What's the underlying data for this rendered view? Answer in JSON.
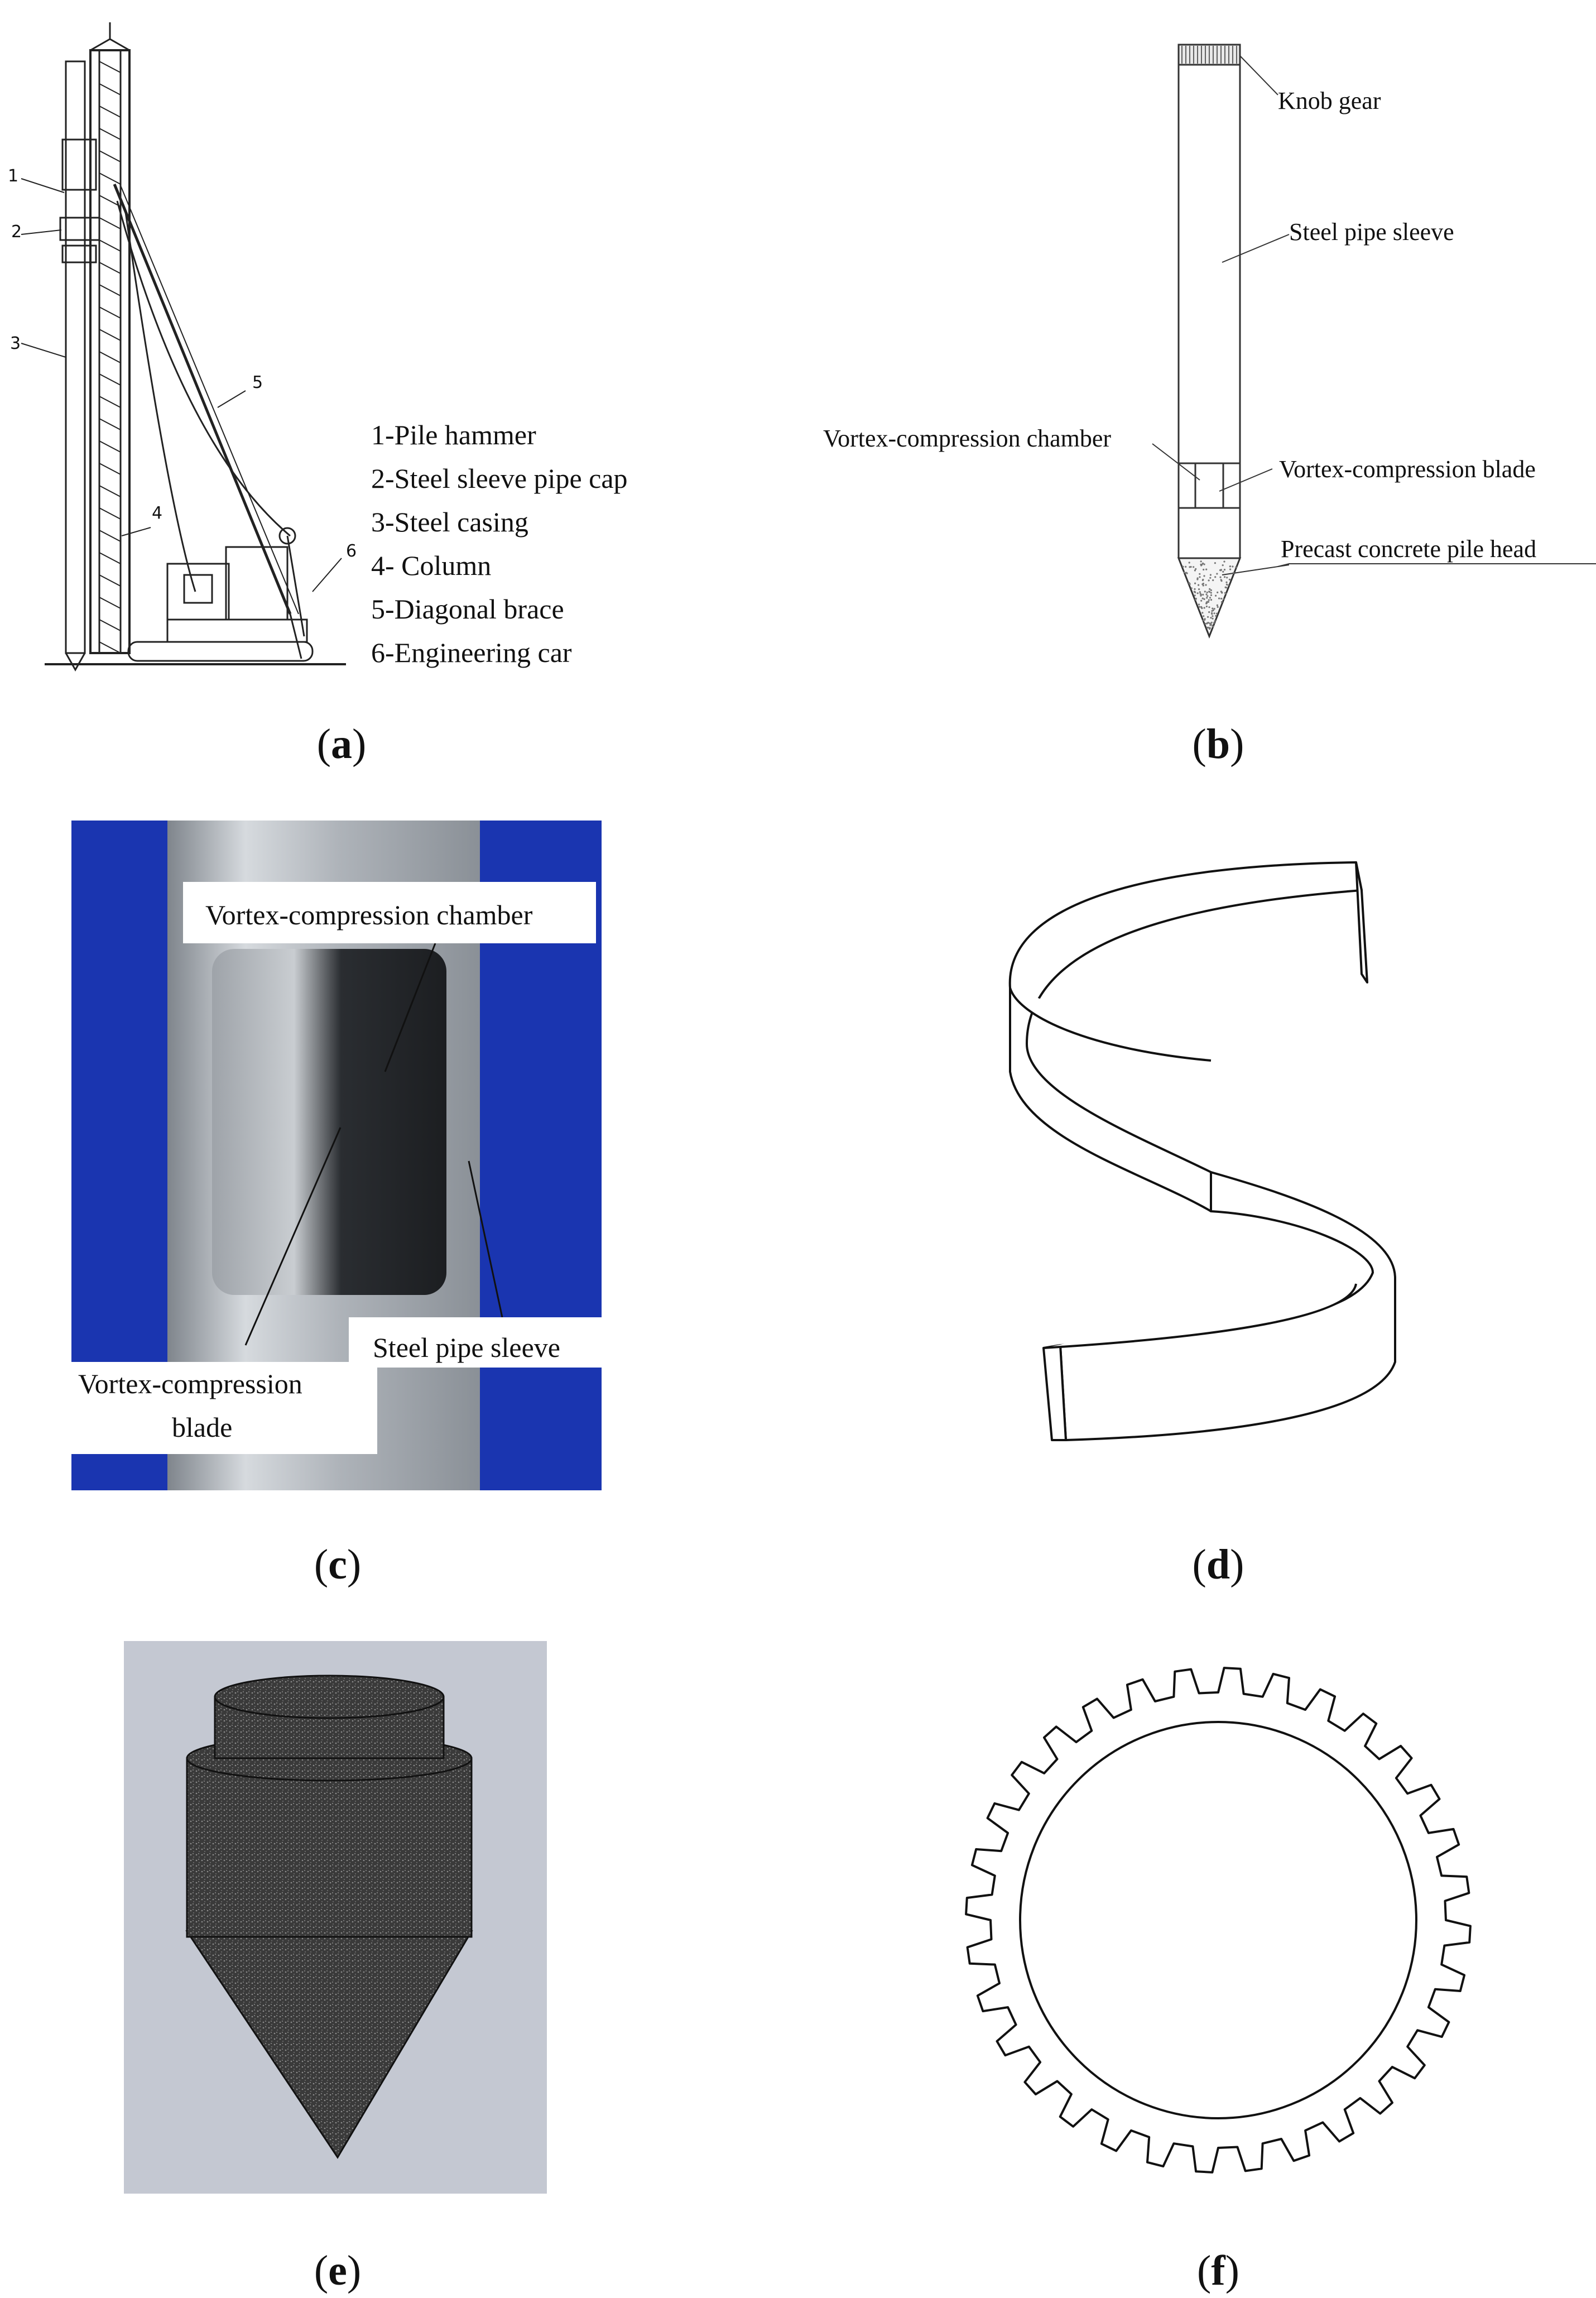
{
  "panel_a": {
    "caption": "a",
    "legend": [
      "1-Pile hammer",
      "2-Steel sleeve pipe cap",
      "3-Steel casing",
      "4- Column",
      "5-Diagonal brace",
      "6-Engineering car"
    ],
    "callouts": [
      "1",
      "2",
      "3",
      "4",
      "5",
      "6"
    ]
  },
  "panel_b": {
    "caption": "b",
    "labels": {
      "knob_gear": "Knob gear",
      "steel_pipe_sleeve": "Steel pipe sleeve",
      "vortex_chamber": "Vortex-compression chamber",
      "vortex_blade": "Vortex-compression blade",
      "pile_head": "Precast concrete pile head"
    }
  },
  "panel_c": {
    "caption": "c",
    "labels": {
      "vortex_chamber": "Vortex-compression chamber",
      "steel_pipe_sleeve": "Steel pipe sleeve",
      "blade_line1": "Vortex-compression",
      "blade_line2": "blade"
    },
    "colors": {
      "background": "#1a35b0",
      "metal": "#b9bec4",
      "dark": "#2a2d31"
    }
  },
  "panel_d": {
    "caption": "d"
  },
  "panel_e": {
    "caption": "e",
    "colors": {
      "background": "#c4c8d2",
      "body": "#3a3a3a"
    }
  },
  "panel_f": {
    "caption": "f"
  }
}
